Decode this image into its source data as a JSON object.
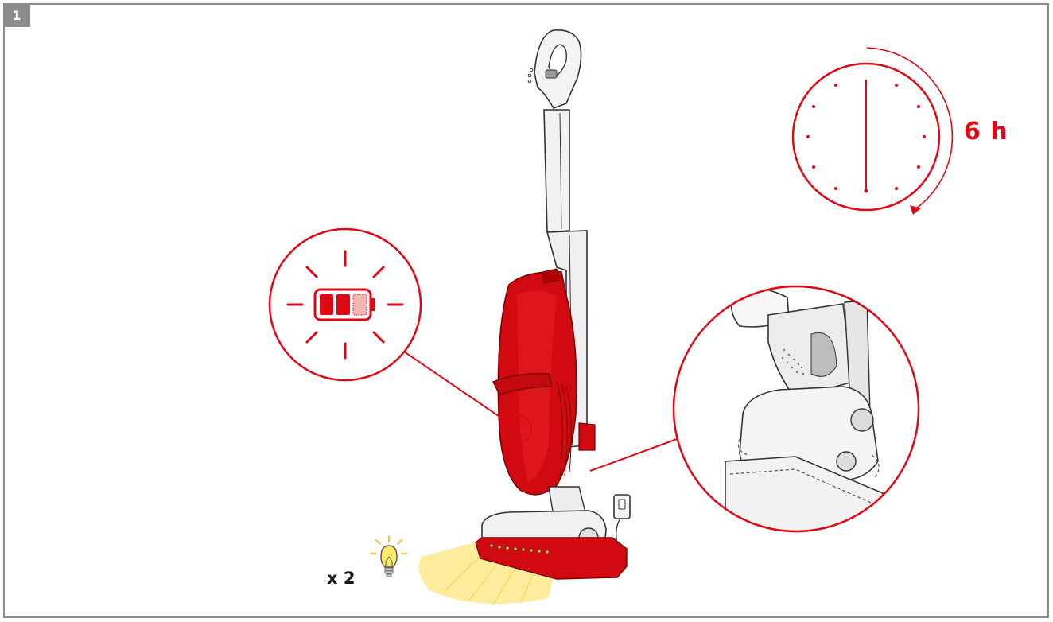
{
  "step": {
    "number": "1"
  },
  "charge": {
    "duration_label": "6 h"
  },
  "light": {
    "multiplier_label": "x 2"
  },
  "colors": {
    "accent": "#e30613",
    "product_red": "#d10a12",
    "frame": "#8c8c8c",
    "light_beam": "#fbe98a"
  },
  "icons": [
    "battery-icon",
    "clock-icon",
    "lightbulb-icon",
    "charger-plug-icon",
    "vacuum-cleaner-icon"
  ]
}
